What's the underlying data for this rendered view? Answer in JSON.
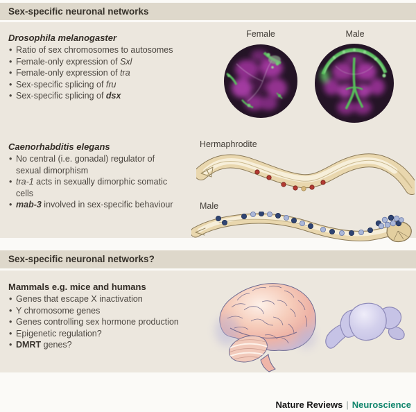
{
  "palette": {
    "band_bg": "#ded8cb",
    "section_bg": "#ece7de",
    "heading_text": "#332d27",
    "body_text": "#4b4640",
    "fly_magenta": "#9b3399",
    "fly_green": "#5cbf60",
    "worm_body_tan": "#e9d7ae",
    "worm_outline": "#8b7a58",
    "worm_dot_red": "#b23a31",
    "worm_dot_dark_blue": "#2f4472",
    "worm_dot_light_blue": "#aab7d8",
    "human_brain_pink": "#f6cdbb",
    "brain_lavender": "#c6c3e6",
    "footer_field_green": "#10856c"
  },
  "section1": {
    "band_title": "Sex-specific neuronal networks",
    "fly": {
      "heading": "Drosophila melanogaster",
      "bullets": [
        {
          "pre": "Ratio of sex chromosomes to autosomes"
        },
        {
          "pre": "Female-only expression of ",
          "gene": "Sxl"
        },
        {
          "pre": "Female-only expression of ",
          "gene": "tra"
        },
        {
          "pre": "Sex-specific splicing of ",
          "gene": "fru"
        },
        {
          "pre": "Sex-specific splicing of ",
          "gene": "dsx"
        }
      ],
      "female_label": "Female",
      "male_label": "Male"
    },
    "worm": {
      "heading": "Caenorhabditis elegans",
      "bullets": [
        {
          "pre": "No central (i.e. gonadal) regulator of sexual dimorphism"
        },
        {
          "gene": "tra-1",
          "post": " acts in sexually dimorphic somatic cells"
        },
        {
          "gene": "mab-3",
          "post": " involved in sex-specific behaviour"
        }
      ],
      "hermaphrodite_label": "Hermaphrodite",
      "male_label": "Male"
    }
  },
  "section2": {
    "band_title": "Sex-specific neuronal networks?",
    "mammal": {
      "heading": "Mammals e.g. mice and humans",
      "bullets": [
        {
          "pre": "Genes that escape X inactivation"
        },
        {
          "pre": "Y chromosome genes"
        },
        {
          "pre": "Genes controlling sex hormone production"
        },
        {
          "pre": "Epigenetic regulation?"
        },
        {
          "gene": "DMRT",
          "post": " genes?"
        }
      ]
    }
  },
  "footer": {
    "journal": "Nature Reviews",
    "separator": "|",
    "field": "Neuroscience"
  }
}
